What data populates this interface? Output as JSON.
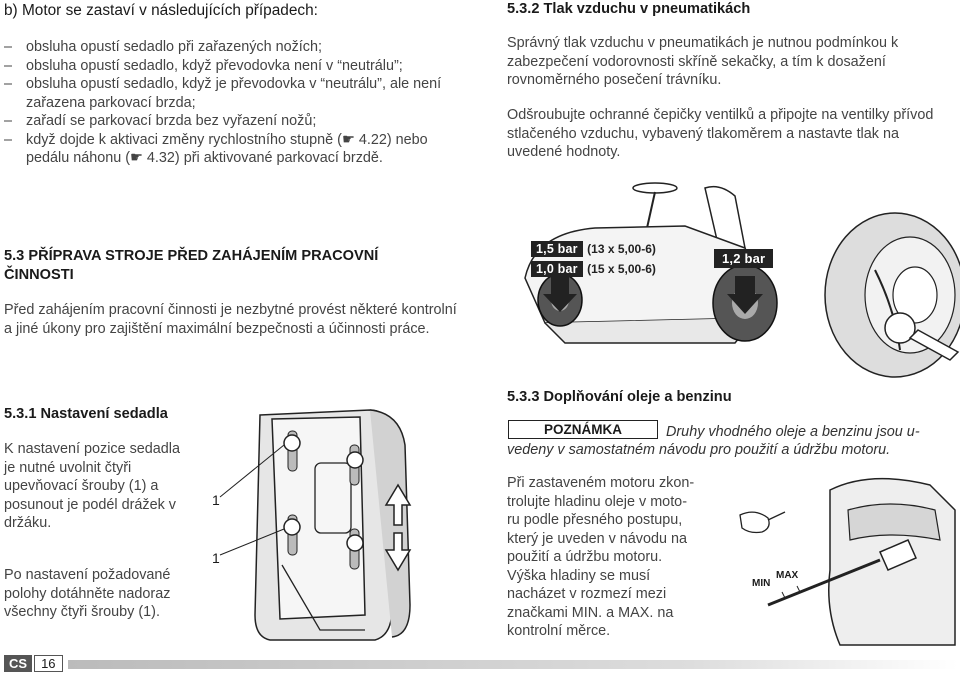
{
  "section_b": {
    "title": "b) Motor se zastaví v následujících případech:",
    "items": [
      "obsluha opustí sedadlo při zařazených nožích;",
      "obsluha opustí sedadlo, když převodovka není v “neutrálu”;",
      "obsluha opustí sedadlo, když je převodovka v “neutrálu”, ale není zařazena parkovací brzda;",
      "zařadí se parkovací brzda bez vyřazení nožů;",
      "když dojde k aktivaci změny rychlostního stupně (☛ 4.22) nebo pedálu náhonu (☛ 4.32) při aktivované parkovací brzdě."
    ]
  },
  "s53": {
    "heading_1": "5.3 PŘÍPRAVA STROJE PŘED ZAHÁJENÍM PRACOVNÍ",
    "heading_2": "ČINNOSTI",
    "body": "Před zahájením pracovní činnosti je nezbytné provést některé kontrolní a jiné úkony pro zajištění maximální bezpečnosti a účinnosti práce."
  },
  "s531": {
    "heading": "5.3.1 Nastavení sedadla",
    "para1": "K nastavení pozice sedadla je nutné uvolnit čtyři upevňovací šrouby (1) a posunout je podél drážek v držáku.",
    "para2": "Po nastavení požadované polohy dotáhněte nadoraz všechny čtyři šrouby (1).",
    "callout_top": "1",
    "callout_bottom": "1"
  },
  "s532": {
    "heading": "5.3.2 Tlak vzduchu v pneumatikách",
    "para1": "Správný tlak vzduchu v pneumatikách je nutnou podmínkou k zabezpečení vodorovnosti skříně sekačky, a tím k dosažení rovnoměrného posečení trávníku.",
    "para2": "Odšroubujte ochranné čepičky ventilků a připojte na ventilky přívod stlačeného vzduchu, vybavený tlakoměrem a nastavte tlak na uvedené hodnoty.",
    "front_pressure_1": "1,5 bar",
    "front_size_1": "(13 x 5,00-6)",
    "front_pressure_2": "1,0 bar",
    "front_size_2": "(15 x 5,00-6)",
    "rear_pressure": "1,2 bar"
  },
  "s533": {
    "heading": "5.3.3 Doplňování oleje a benzinu",
    "note_label": "POZNÁMKA",
    "note_text_1": "Druhy vhodného oleje a benzinu jsou u-",
    "note_text_2": "vedeny v samostatném návodu pro použití a údržbu motoru.",
    "para": "Při zastaveném motoru zkontrolujte hladinu oleje v motoru podle přesného postupu, který je uveden v návodu na použití a údržbu motoru. Výška hladiny se musí nacházet v rozmezí mezi značkami MIN. a MAX. na kontrolní měrce.",
    "para_lines": [
      "Při zastaveném motoru zkon-",
      "trolujte hladinu oleje v moto-",
      "ru podle přesného postupu,",
      "který je uveden v návodu na",
      "použití a údržbu motoru.",
      "Výška hladiny se musí",
      "nacházet v rozmezí mezi",
      "značkami MIN. a MAX. na",
      "kontrolní měrce."
    ],
    "min_label": "MIN",
    "max_label": "MAX"
  },
  "footer": {
    "lang": "CS",
    "page": "16"
  }
}
